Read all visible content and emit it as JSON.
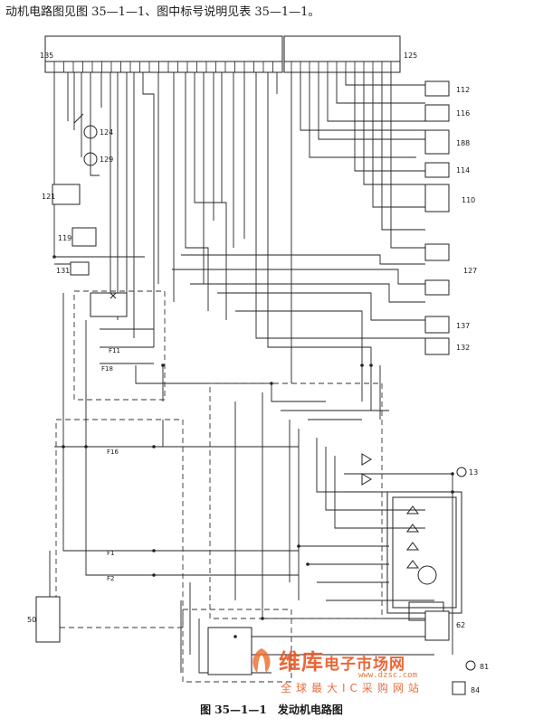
{
  "header_text": "动机电路图见图 35—1—1、图中标号说明见表 35—1—1。",
  "caption": {
    "number": "图 35—1—1",
    "title": "发动机电路图"
  },
  "watermark": {
    "brand": "维库",
    "brand_suffix": "电子市场网",
    "url": "www.dzsc.com",
    "slogan": "全球最大IC采购网站"
  },
  "components": {
    "left_connector": "135",
    "right_connector": "125",
    "c124": "124",
    "c129": "129",
    "c121": "121",
    "c119": "119",
    "c131": "131",
    "c112": "112",
    "c116": "116",
    "c188": "188",
    "c114": "114",
    "c110": "110",
    "c127": "127",
    "c137": "137",
    "c132": "132",
    "c13": "13",
    "c50": "50",
    "c62": "62",
    "c81": "81",
    "c84": "84"
  },
  "fuses": {
    "f1": "F1",
    "f2": "F2",
    "f11": "F11",
    "f16": "F16",
    "f18": "F18"
  }
}
